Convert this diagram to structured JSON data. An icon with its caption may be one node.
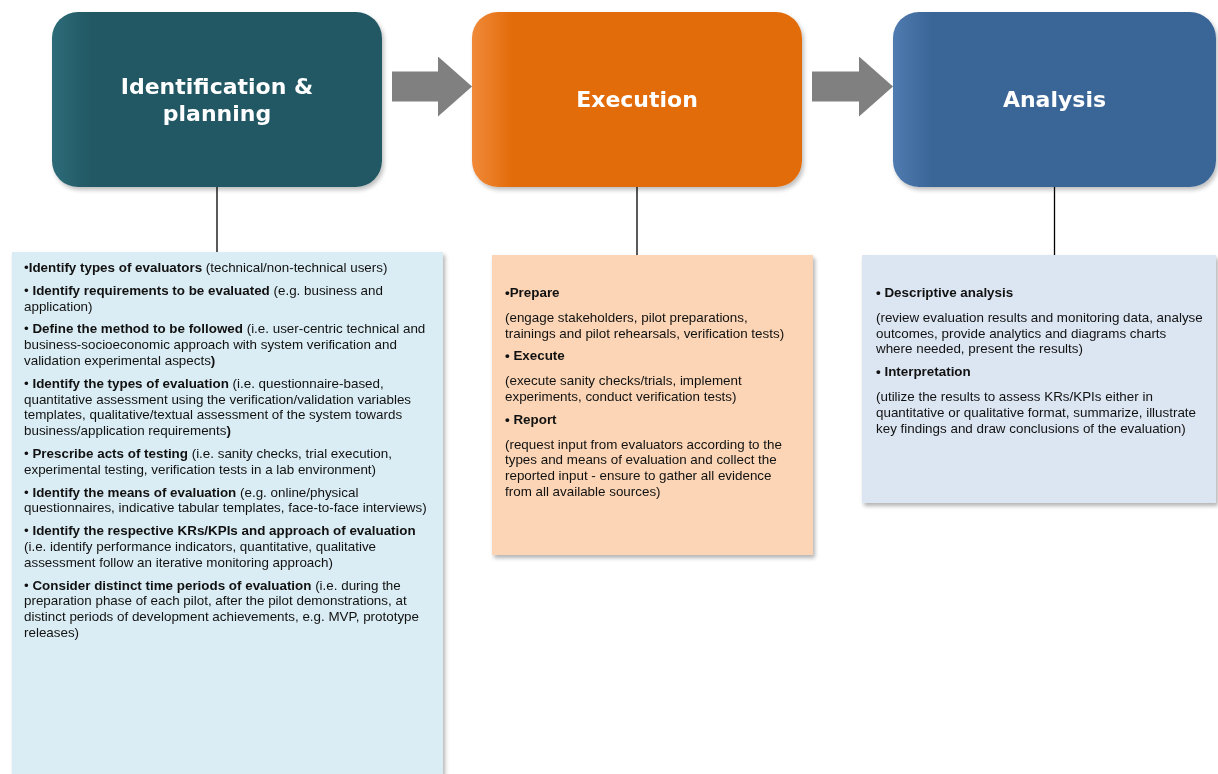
{
  "diagram": {
    "nodes": [
      {
        "text": [
          "Identification & planning"
        ]
      },
      {
        "text": [
          "Execution"
        ]
      },
      {
        "text": [
          "Analysis"
        ]
      },
      {
        "text": [
          "•**Identify types of evaluators** (technical/non-technical users)",
          "• **Identify requirements to be evaluated** (e.g. business and application)",
          "• **Define the method to be followed** (i.e. user-centric technical and business-socioeconomic approach with system verification and validation experimental aspects**)**",
          "• **Identify the types of evaluation** (i.e. questionnaire-based, quantitative assessment using the verification/validation variables templates, qualitative/textual assessment of the system towards business/application requirements**)**",
          "• **Prescribe acts of testing** (i.e. sanity checks, trial execution, experimental testing, verification tests in a lab environment)",
          "• **Identify the means of evaluation** (e.g. online/physical questionnaires, indicative tabular templates, face-to-face interviews)",
          "• **Identify the respective KRs/KPIs and approach of evaluation** (i.e. identify performance indicators, quantitative, qualitative assessment follow an iterative monitoring approach)",
          "• **Consider distinct time periods of evaluation** (i.e. during the preparation phase of each pilot, after the pilot demonstrations, at distinct periods of development achievements, e.g. MVP, prototype releases)"
        ]
      },
      {
        "text": [
          "•Prepare",
          "(engage stakeholders, pilot preparations, trainings and pilot rehearsals, verification tests)",
          "• Execute",
          "(execute sanity checks/trials, implement experiments, conduct verification tests)",
          "• Report",
          "(request input from evaluators according to the types and means of evaluation and collect the reported input - ensure to gather all evidence from all available sources)"
        ]
      },
      {
        "text": [
          "• Descriptive analysis",
          "(review evaluation results and monitoring data, analyse outcomes, provide analytics and diagrams charts where needed, present the results)",
          "• Interpretation",
          "(utilize the results to assess KRs/KPIs either in quantitative or qualitative format, summarize, illustrate key findings and draw conclusions of the evaluation)"
        ]
      }
    ],
    "edges": [
      {
        "from": 0,
        "to": 1,
        "arrow": "to",
        "style": "thick",
        "color": "#808080"
      },
      {
        "from": 1,
        "to": 2,
        "arrow": "to",
        "style": "thick",
        "color": "#808080"
      },
      {
        "from": 0,
        "to": 3,
        "arrow": "none"
      },
      {
        "from": 1,
        "to": 4,
        "arrow": "none"
      },
      {
        "from": 2,
        "to": 5,
        "arrow": "none"
      }
    ]
  }
}
